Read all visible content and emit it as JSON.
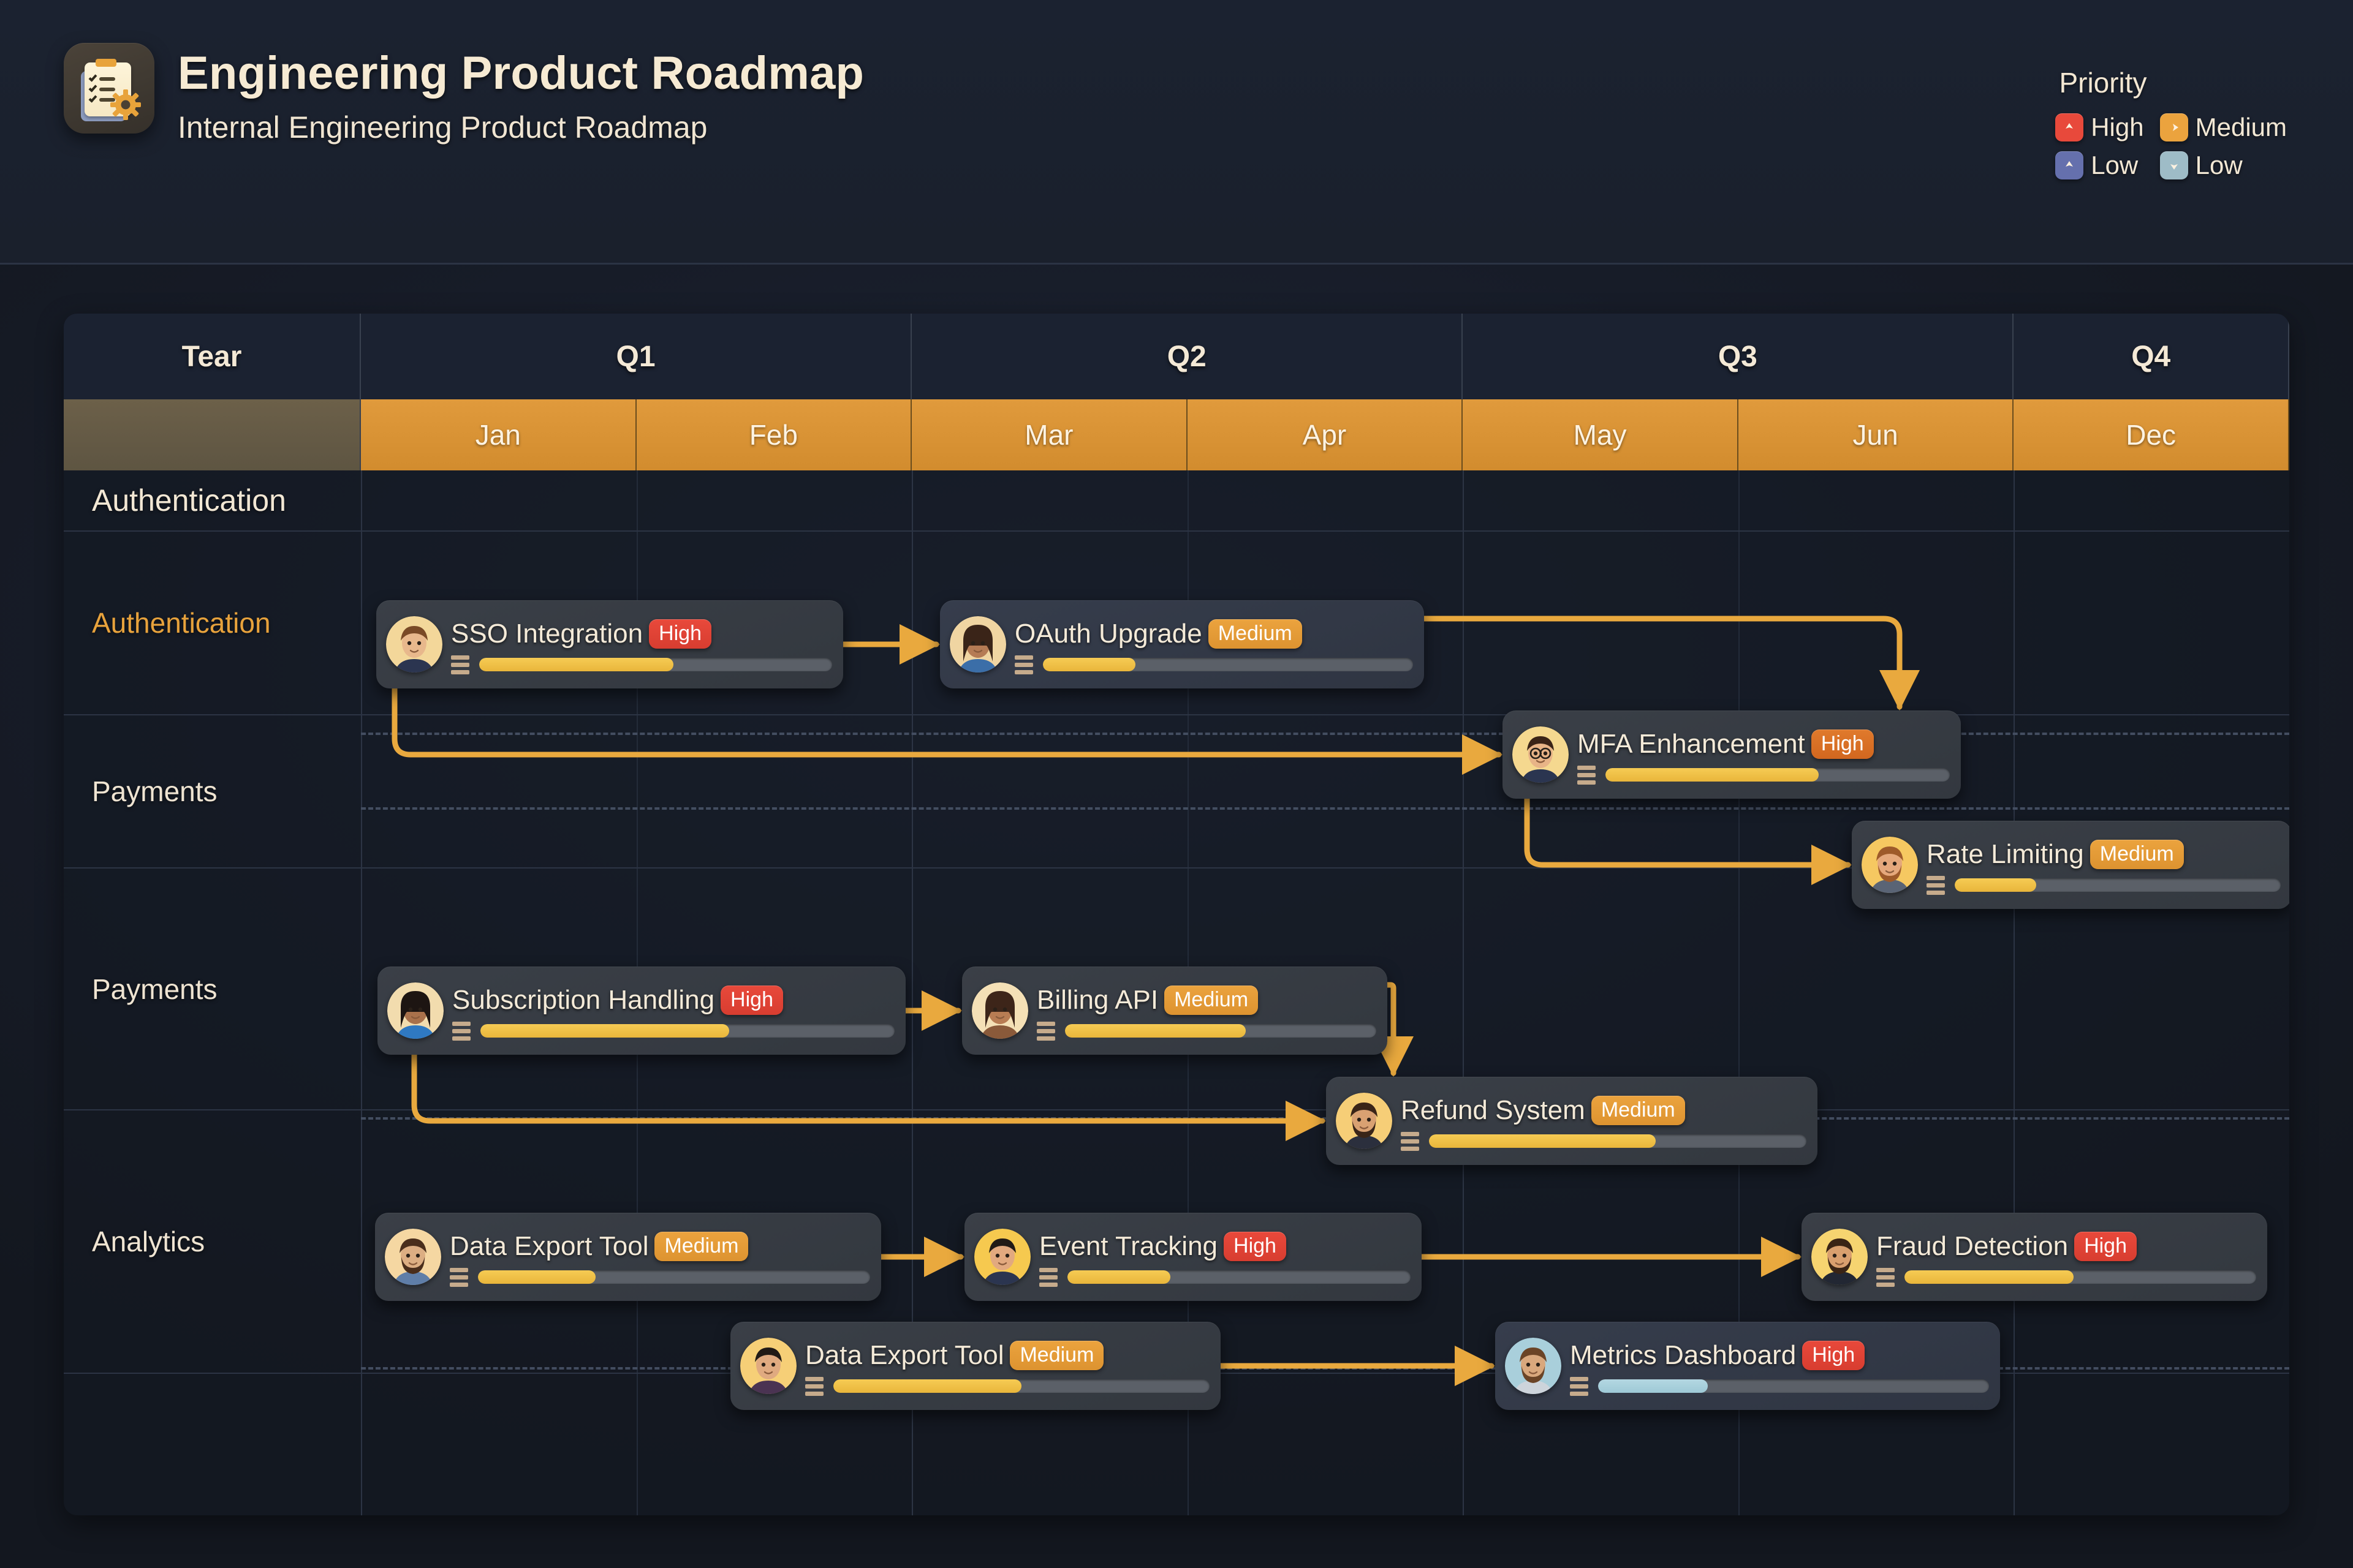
{
  "header": {
    "title": "Engineering Product Roadmap",
    "subtitle": "Internal Engineering Product Roadmap",
    "icon": "clipboard-gear-icon"
  },
  "legend": {
    "title": "Priority",
    "items": [
      {
        "label": "High",
        "color": "#e8493b",
        "arrow": "up"
      },
      {
        "label": "Medium",
        "color": "#eba33e",
        "arrow": "right"
      },
      {
        "label": "Low",
        "color": "#6570ad",
        "arrow": "up"
      },
      {
        "label": "Low",
        "color": "#9ebcc7",
        "arrow": "down"
      }
    ]
  },
  "timeline": {
    "team_header": "Tear",
    "quarters": [
      {
        "label": "Q1",
        "months": [
          "Jan",
          "Feb"
        ]
      },
      {
        "label": "Q2",
        "months": [
          "Mar",
          "Apr"
        ]
      },
      {
        "label": "Q3",
        "months": [
          "May",
          "Jun"
        ]
      },
      {
        "label": "Q4",
        "months": [
          "Dec"
        ]
      }
    ]
  },
  "section_title": "Authentication",
  "lanes": [
    {
      "label": "Authentication",
      "accent": true
    },
    {
      "label": "Payments",
      "accent": false
    },
    {
      "label": "Payments",
      "accent": false
    },
    {
      "label": "Analytics",
      "accent": false
    }
  ],
  "tasks": [
    {
      "id": "sso",
      "title": "SSO Integration",
      "priority": "High",
      "priority_color": "#e8493b",
      "progress": 55,
      "avatar": "man-brown-hair",
      "lane": 0
    },
    {
      "id": "oauth",
      "title": "OAuth Upgrade",
      "priority": "Medium",
      "priority_color": "#eba33e",
      "progress": 25,
      "avatar": "woman-dark-hair",
      "lane": 0
    },
    {
      "id": "mfa",
      "title": "MFA Enhancement",
      "priority": "High",
      "priority_color": "#e07a2c",
      "progress": 62,
      "avatar": "man-glasses",
      "lane": 0
    },
    {
      "id": "rate",
      "title": "Rate Limiting",
      "priority": "Medium",
      "priority_color": "#eba33e",
      "progress": 25,
      "avatar": "man-ginger",
      "lane": 1
    },
    {
      "id": "subs",
      "title": "Subscription Handling",
      "priority": "High",
      "priority_color": "#e8493b",
      "progress": 60,
      "avatar": "woman-black-hair",
      "lane": 2
    },
    {
      "id": "billing",
      "title": "Billing API",
      "priority": "Medium",
      "priority_color": "#eba33e",
      "progress": 58,
      "avatar": "woman-brown-hair",
      "lane": 2
    },
    {
      "id": "refund",
      "title": "Refund System",
      "priority": "Medium",
      "priority_color": "#eba33e",
      "progress": 60,
      "avatar": "man-beard",
      "lane": 2
    },
    {
      "id": "export1",
      "title": "Data Export Tool",
      "priority": "Medium",
      "priority_color": "#eba33e",
      "progress": 30,
      "avatar": "man-beard-blue",
      "lane": 3
    },
    {
      "id": "event",
      "title": "Event Tracking",
      "priority": "High",
      "priority_color": "#e8493b",
      "progress": 30,
      "avatar": "man-young",
      "lane": 3
    },
    {
      "id": "fraud",
      "title": "Fraud Detection",
      "priority": "High",
      "priority_color": "#e8493b",
      "progress": 48,
      "avatar": "man-beard-dark",
      "lane": 3
    },
    {
      "id": "export2",
      "title": "Data Export Tool",
      "priority": "Medium",
      "priority_color": "#eba33e",
      "progress": 50,
      "avatar": "man-purple",
      "lane": 3
    },
    {
      "id": "metrics",
      "title": "Metrics Dashboard",
      "priority": "High",
      "priority_color": "#e8493b",
      "progress": 28,
      "progress_color": "#a5cdd9",
      "avatar": "man-beard-teal",
      "lane": 3
    }
  ],
  "dependencies": [
    {
      "from": "sso",
      "to": "oauth"
    },
    {
      "from": "oauth",
      "to": "mfa"
    },
    {
      "from": "sso",
      "to": "mfa"
    },
    {
      "from": "mfa",
      "to": "rate"
    },
    {
      "from": "subs",
      "to": "billing"
    },
    {
      "from": "billing",
      "to": "refund"
    },
    {
      "from": "subs",
      "to": "refund"
    },
    {
      "from": "export1",
      "to": "event"
    },
    {
      "from": "event",
      "to": "fraud"
    },
    {
      "from": "export2",
      "to": "metrics"
    }
  ],
  "colors": {
    "month_band": "#e09a3c",
    "accent": "#e7a23c",
    "connector": "#e9a93e",
    "background": "#161b26"
  }
}
